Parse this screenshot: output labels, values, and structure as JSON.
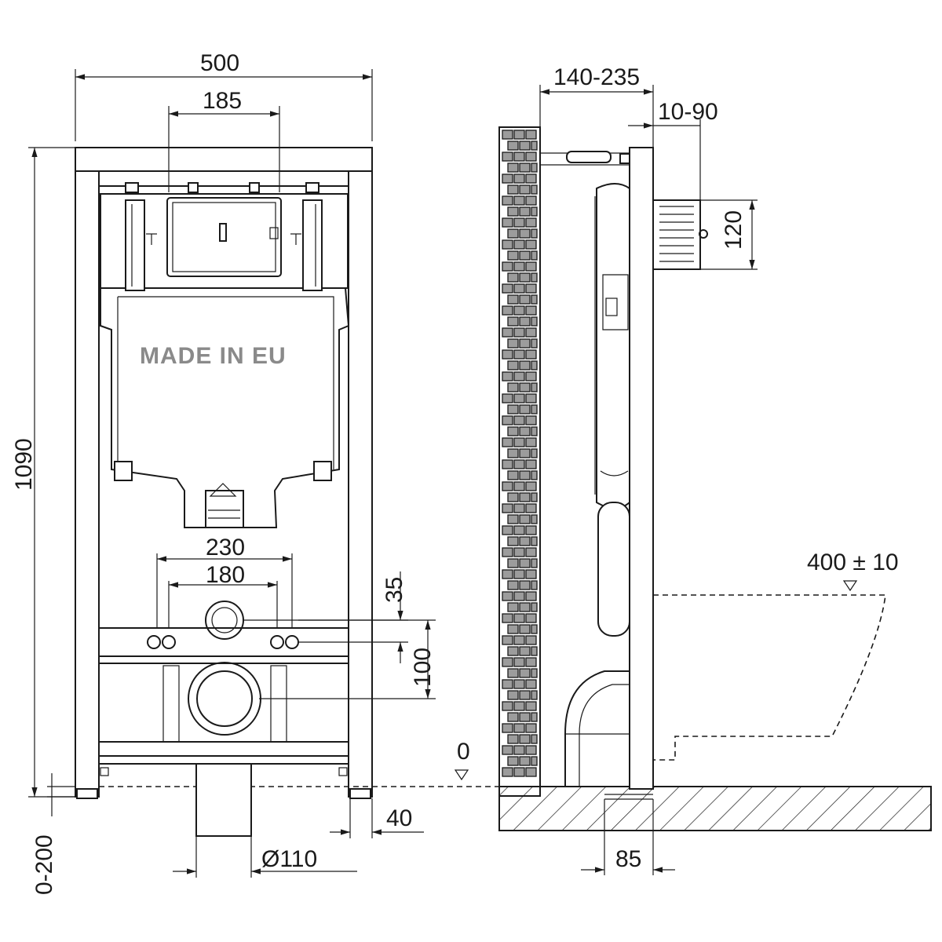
{
  "front_view": {
    "width_total": "500",
    "width_top": "185",
    "height_total": "1090",
    "height_adjust": "0-200",
    "stamp": "MADE IN EU",
    "bolt_spacing_outer": "230",
    "bolt_spacing_inner": "180",
    "outlet_offset": "35",
    "drain_center": "100",
    "foot_width": "40",
    "pipe_diameter": "Ø110"
  },
  "side_view": {
    "depth": "140-235",
    "panel_offset": "10-90",
    "button_height": "120",
    "bowl_height": "400 ± 10",
    "floor_level": "0",
    "drain_depth": "85"
  }
}
